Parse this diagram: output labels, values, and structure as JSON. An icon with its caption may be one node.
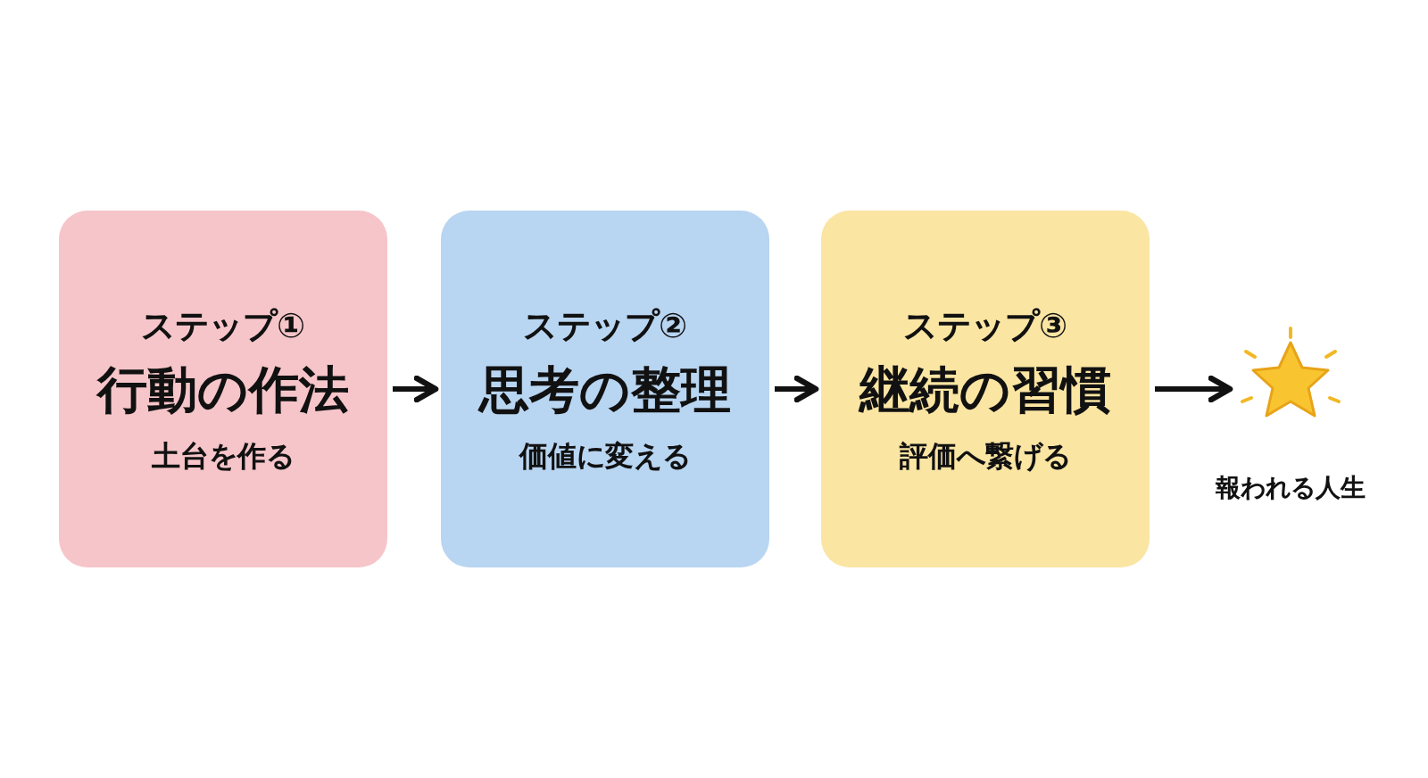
{
  "diagram": {
    "nodes": [
      {
        "text": [
          "ステップ①",
          "行動の作法",
          "土台を作る"
        ]
      },
      {
        "text": [
          "ステップ②",
          "思考の整理",
          "価値に変える"
        ]
      },
      {
        "text": [
          "ステップ③",
          "継続の習慣",
          "評価へ繋げる"
        ]
      },
      {
        "text": [],
        "shape": "picture",
        "beside": [
          "報われる人生"
        ]
      }
    ],
    "edges": [
      {
        "from": 0,
        "to": 1,
        "arrow": "to"
      },
      {
        "from": 1,
        "to": 2,
        "arrow": "to"
      },
      {
        "from": 2,
        "to": 3,
        "arrow": "to"
      }
    ]
  }
}
